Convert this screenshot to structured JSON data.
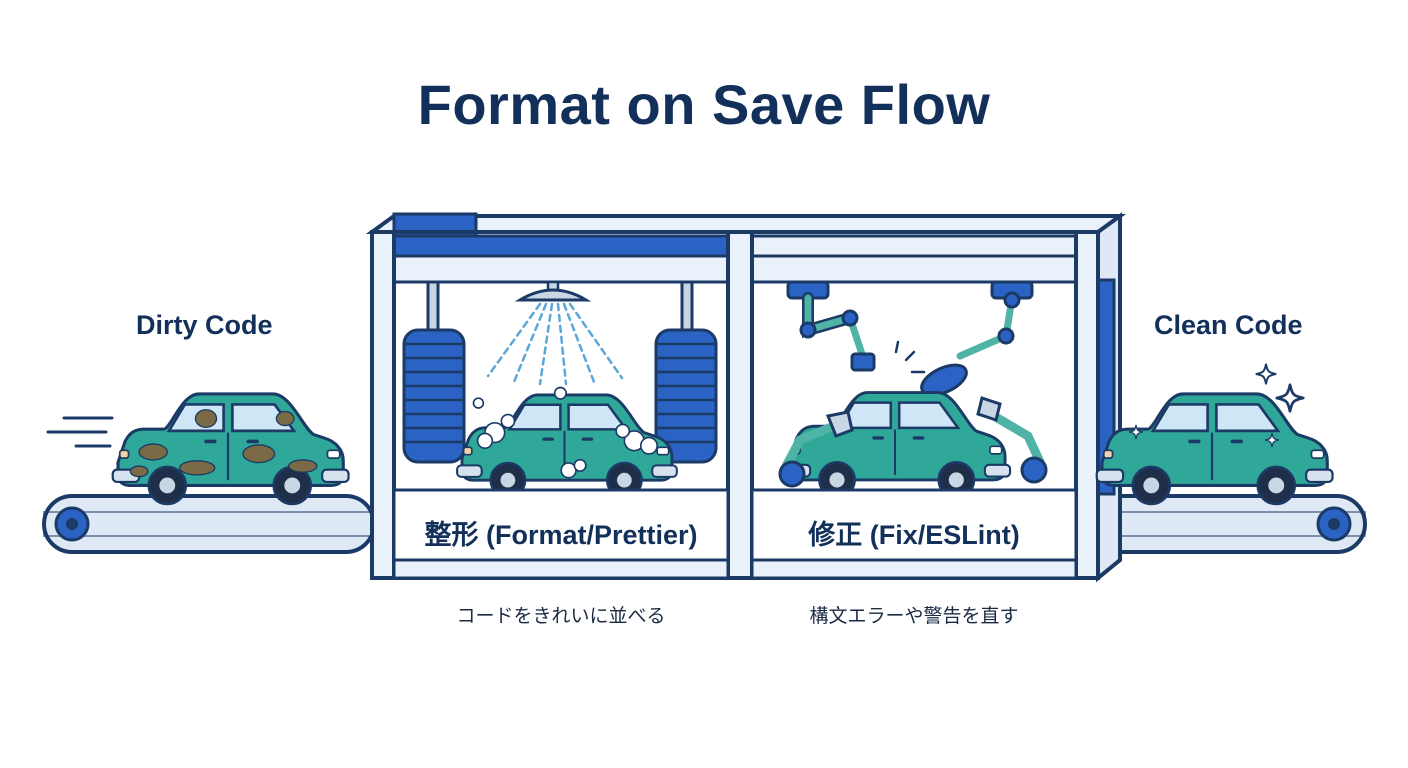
{
  "title": "Format on Save Flow",
  "start_label": "Dirty Code",
  "end_label": "Clean Code",
  "stages": [
    {
      "label": "整形 (Format/Prettier)",
      "caption": "コードをきれいに並べる"
    },
    {
      "label": "修正 (Fix/ESLint)",
      "caption": "構文エラーや警告を直す"
    }
  ],
  "colors": {
    "navy": "#12305a",
    "outline": "#1b3a66",
    "blue": "#2a63c4",
    "car_teal": "#2fa89a",
    "car_teal_dark": "#1f8276",
    "mud": "#7a6a45",
    "frame_light": "#e9f1fb",
    "belt": "#dfe9f5"
  },
  "icons": [
    "sparkle-icon",
    "speed-lines-icon",
    "shower-head-icon",
    "brush-roller-icon",
    "robot-arm-icon",
    "wrench-icon"
  ]
}
